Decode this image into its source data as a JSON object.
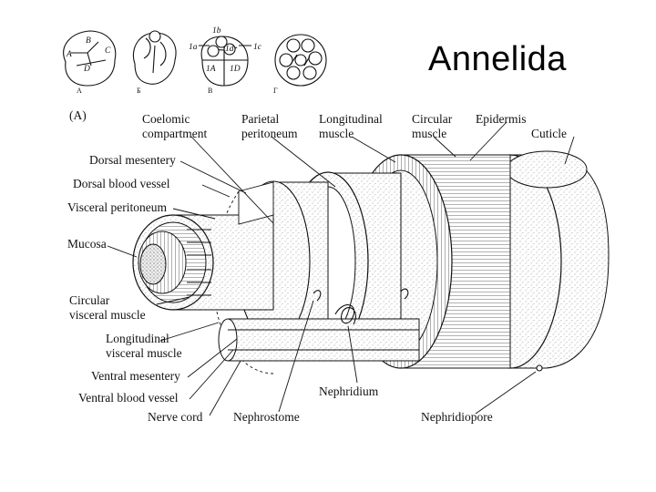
{
  "slide": {
    "title": "Annelida"
  },
  "cleavage": {
    "cells_A": [
      "B",
      "A",
      "C",
      "D"
    ],
    "cells_C": [
      "1b",
      "1a",
      "1d",
      "1c",
      "1A",
      "1D"
    ],
    "captions": [
      "A",
      "Б",
      "В",
      "Г"
    ]
  },
  "diagram": {
    "panel_label": "(A)",
    "labels": {
      "coelomic_1": "Coelomic",
      "coelomic_2": "compartment",
      "parietal_1": "Parietal",
      "parietal_2": "peritoneum",
      "longitudinal_1": "Longitudinal",
      "longitudinal_2": "muscle",
      "circular_1": "Circular",
      "circular_2": "muscle",
      "epidermis": "Epidermis",
      "cuticle": "Cuticle",
      "dorsal_mesentery": "Dorsal mesentery",
      "dorsal_blood_vessel": "Dorsal blood vessel",
      "visceral_peritoneum": "Visceral peritoneum",
      "mucosa": "Mucosa",
      "circ_visceral_1": "Circular",
      "circ_visceral_2": "visceral muscle",
      "long_visceral_1": "Longitudinal",
      "long_visceral_2": "visceral muscle",
      "ventral_mesentery": "Ventral mesentery",
      "ventral_blood_vessel": "Ventral blood vessel",
      "nerve_cord": "Nerve cord",
      "nephrostome": "Nephrostome",
      "nephridium": "Nephridium",
      "nephridiopore": "Nephridiopore"
    }
  }
}
